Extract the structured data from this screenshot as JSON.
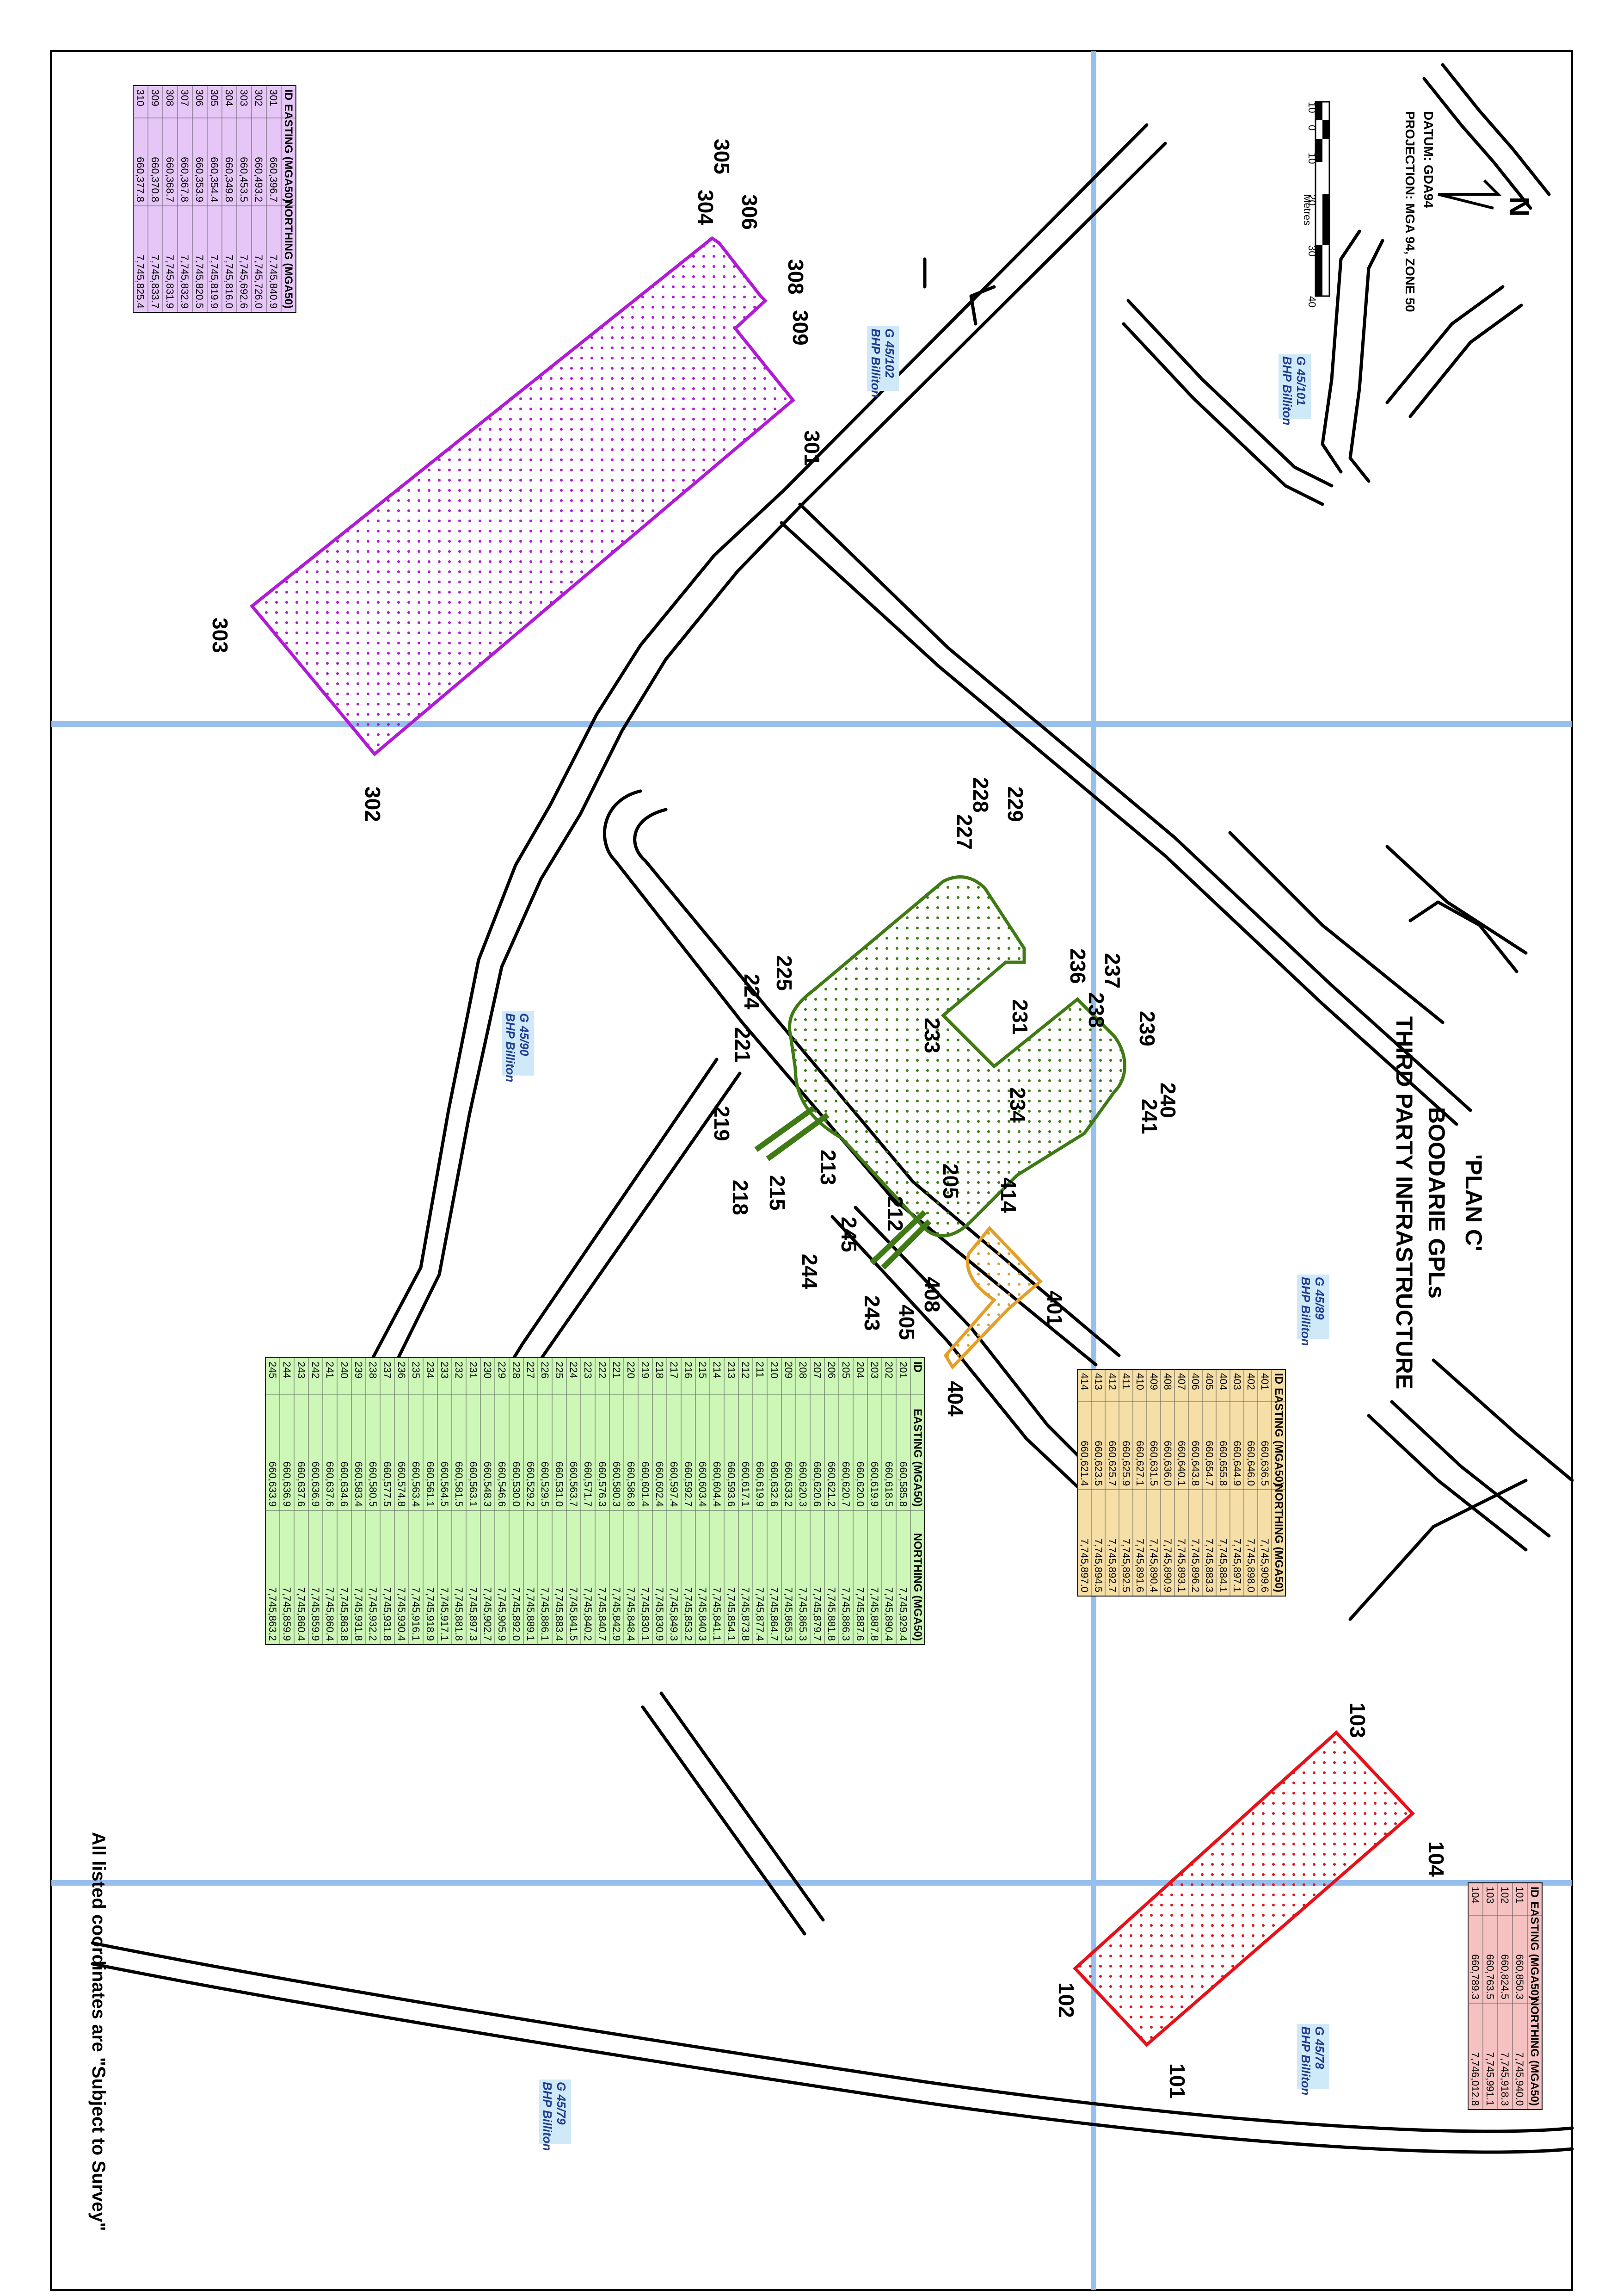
{
  "title": {
    "plan": "'PLAN C'",
    "line1": "BOODARIE GPLs",
    "line2": "THIRD PARTY INFRASTRUCTURE"
  },
  "datum": {
    "datum": "DATUM: GDA94",
    "projection": "PROJECTION: MGA 94, ZONE 50",
    "north": "N",
    "scale_ticks": [
      "10",
      "0",
      "10",
      "20",
      "30",
      "40"
    ],
    "scale_unit": "Metres"
  },
  "footer_note": "All listed coordinates are \"Subject to Survey\"",
  "tenements": [
    {
      "id": "G 45/102",
      "owner": "BHP Billiton"
    },
    {
      "id": "G 45/101",
      "owner": "BHP Billiton"
    },
    {
      "id": "G 45/90",
      "owner": "BHP Billiton"
    },
    {
      "id": "G 45/89",
      "owner": "BHP Billiton"
    },
    {
      "id": "G 45/78",
      "owner": "BHP Billiton"
    },
    {
      "id": "G 45/79",
      "owner": "BHP Billiton"
    }
  ],
  "colors": {
    "purple": "#b21bd6",
    "green": "#3f7a14",
    "orange": "#e2a02a",
    "red": "#e8111a",
    "grid": "#8cb9ea",
    "table_purple": "#e6c6f6",
    "table_green": "#cdf7b7",
    "table_orange": "#f6dfa6",
    "table_red": "#f5c1c1"
  },
  "table_headers": {
    "id": "ID",
    "easting": "EASTING (MGA50)",
    "northing": "NORTHING (MGA50)"
  },
  "table_300": [
    [
      "301",
      "660,396.7",
      "7,745,840.9"
    ],
    [
      "302",
      "660,493.2",
      "7,745,726.0"
    ],
    [
      "303",
      "660,453.5",
      "7,745,692.6"
    ],
    [
      "304",
      "660,349.8",
      "7,745,816.0"
    ],
    [
      "305",
      "660,354.4",
      "7,745,819.9"
    ],
    [
      "306",
      "660,353.9",
      "7,745,820.5"
    ],
    [
      "307",
      "660,367.8",
      "7,745,832.9"
    ],
    [
      "308",
      "660,368.7",
      "7,745,831.9"
    ],
    [
      "309",
      "660,370.8",
      "7,745,833.7"
    ],
    [
      "310",
      "660,377.8",
      "7,745,825.4"
    ]
  ],
  "table_100": [
    [
      "101",
      "660,850.3",
      "7,745,940.0"
    ],
    [
      "102",
      "660,824.5",
      "7,745,918.3"
    ],
    [
      "103",
      "660,763.5",
      "7,745,991.1"
    ],
    [
      "104",
      "660,789.3",
      "7,746,012.8"
    ]
  ],
  "table_400": [
    [
      "401",
      "660,636.5",
      "7,745,909.6"
    ],
    [
      "402",
      "660,646.0",
      "7,745,898.0"
    ],
    [
      "403",
      "660,644.9",
      "7,745,897.1"
    ],
    [
      "404",
      "660,655.8",
      "7,745,884.1"
    ],
    [
      "405",
      "660,654.7",
      "7,745,883.3"
    ],
    [
      "406",
      "660,643.8",
      "7,745,896.2"
    ],
    [
      "407",
      "660,640.1",
      "7,745,893.1"
    ],
    [
      "408",
      "660,636.0",
      "7,745,890.9"
    ],
    [
      "409",
      "660,631.5",
      "7,745,890.4"
    ],
    [
      "410",
      "660,627.1",
      "7,745,891.6"
    ],
    [
      "411",
      "660,625.9",
      "7,745,892.5"
    ],
    [
      "412",
      "660,625.7",
      "7,745,892.7"
    ],
    [
      "413",
      "660,623.5",
      "7,745,894.5"
    ],
    [
      "414",
      "660,621.4",
      "7,745,897.0"
    ]
  ],
  "table_200": [
    [
      "201",
      "660,585.8",
      "7,745,929.4"
    ],
    [
      "202",
      "660,618.5",
      "7,745,890.4"
    ],
    [
      "203",
      "660,619.9",
      "7,745,887.8"
    ],
    [
      "204",
      "660,620.0",
      "7,745,887.6"
    ],
    [
      "205",
      "660,620.7",
      "7,745,886.3"
    ],
    [
      "206",
      "660,621.2",
      "7,745,881.8"
    ],
    [
      "207",
      "660,620.6",
      "7,745,879.7"
    ],
    [
      "208",
      "660,620.3",
      "7,745,865.3"
    ],
    [
      "209",
      "660,633.2",
      "7,745,865.3"
    ],
    [
      "210",
      "660,632.6",
      "7,745,864.7"
    ],
    [
      "211",
      "660,619.9",
      "7,745,877.4"
    ],
    [
      "212",
      "660,617.1",
      "7,745,873.8"
    ],
    [
      "213",
      "660,593.6",
      "7,745,854.1"
    ],
    [
      "214",
      "660,604.4",
      "7,745,841.1"
    ],
    [
      "215",
      "660,603.4",
      "7,745,840.3"
    ],
    [
      "216",
      "660,592.7",
      "7,745,853.2"
    ],
    [
      "217",
      "660,597.4",
      "7,745,849.3"
    ],
    [
      "218",
      "660,602.4",
      "7,745,830.9"
    ],
    [
      "219",
      "660,601.4",
      "7,745,830.1"
    ],
    [
      "220",
      "660,586.8",
      "7,745,848.4"
    ],
    [
      "221",
      "660,580.3",
      "7,745,842.9"
    ],
    [
      "222",
      "660,576.3",
      "7,745,840.7"
    ],
    [
      "223",
      "660,571.7",
      "7,745,840.2"
    ],
    [
      "224",
      "660,563.7",
      "7,745,841.5"
    ],
    [
      "225",
      "660,531.0",
      "7,745,883.4"
    ],
    [
      "226",
      "660,529.5",
      "7,745,886.1"
    ],
    [
      "227",
      "660,529.2",
      "7,745,889.1"
    ],
    [
      "228",
      "660,530.0",
      "7,745,892.0"
    ],
    [
      "229",
      "660,546.6",
      "7,745,905.9"
    ],
    [
      "230",
      "660,548.3",
      "7,745,902.7"
    ],
    [
      "231",
      "660,563.1",
      "7,745,897.3"
    ],
    [
      "232",
      "660,581.5",
      "7,745,881.8"
    ],
    [
      "233",
      "660,564.5",
      "7,745,917.1"
    ],
    [
      "234",
      "660,561.1",
      "7,745,918.9"
    ],
    [
      "235",
      "660,563.4",
      "7,745,916.1"
    ],
    [
      "236",
      "660,574.8",
      "7,745,930.4"
    ],
    [
      "237",
      "660,577.5",
      "7,745,931.8"
    ],
    [
      "238",
      "660,580.5",
      "7,745,932.2"
    ],
    [
      "239",
      "660,583.4",
      "7,745,931.8"
    ],
    [
      "240",
      "660,634.6",
      "7,745,863.8"
    ],
    [
      "241",
      "660,637.6",
      "7,745,860.4"
    ],
    [
      "242",
      "660,636.9",
      "7,745,859.9"
    ],
    [
      "243",
      "660,637.6",
      "7,745,860.4"
    ],
    [
      "244",
      "660,636.9",
      "7,745,859.9"
    ],
    [
      "245",
      "660,633.9",
      "7,745,863.2"
    ]
  ],
  "point_labels": {
    "purple": [
      "301",
      "302",
      "303",
      "304",
      "305",
      "306",
      "308",
      "309"
    ],
    "red": [
      "101",
      "102",
      "103",
      "104"
    ],
    "orange": [
      "401",
      "404",
      "405",
      "408",
      "414"
    ],
    "green": [
      "205",
      "212",
      "213",
      "215",
      "218",
      "219",
      "221",
      "224",
      "225",
      "227",
      "228",
      "229",
      "231",
      "233",
      "234",
      "236",
      "237",
      "238",
      "239",
      "240",
      "241",
      "243",
      "244",
      "245"
    ]
  }
}
